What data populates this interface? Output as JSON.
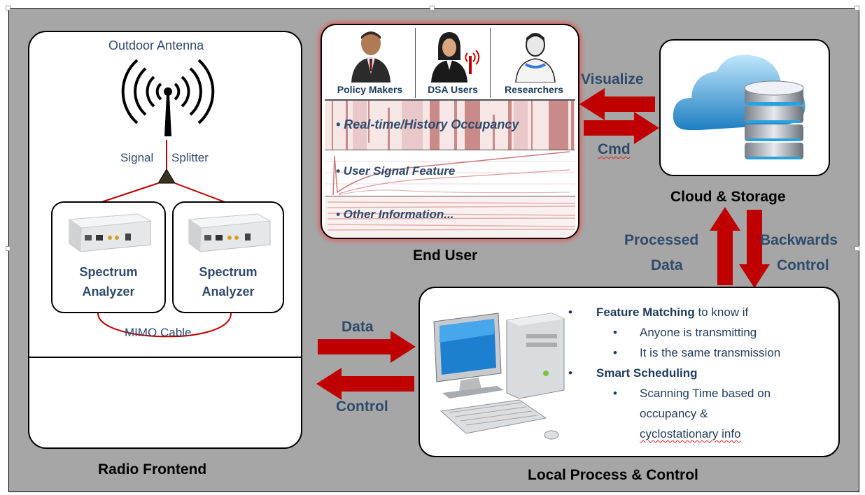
{
  "radio_frontend": {
    "outdoor_antenna": "Outdoor Antenna",
    "signal_splitter_a": "Signal",
    "signal_splitter_b": "Splitter",
    "analyzer_1": [
      "Spectrum",
      "Analyzer"
    ],
    "analyzer_2": [
      "Spectrum",
      "Analyzer"
    ],
    "mimo_cable": "MIMO Cable",
    "title": "Radio Frontend"
  },
  "end_user": {
    "users": [
      "Policy Makers",
      "DSA Users",
      "Researchers"
    ],
    "bands": [
      "• Real-time/History Occupancy",
      "• User Signal Feature",
      "• Other Information..."
    ],
    "title": "End User"
  },
  "cloud": {
    "title": "Cloud & Storage"
  },
  "arrows": {
    "visualize": "Visualize",
    "cmd": "Cmd",
    "processed_data": [
      "Processed",
      "Data"
    ],
    "backwards_control": [
      "Backwards",
      "Control"
    ],
    "data": "Data",
    "control": "Control"
  },
  "local": {
    "title": "Local Process & Control",
    "items": [
      {
        "bullet": "•",
        "bold": "Feature Matching",
        "text": " to know if"
      },
      {
        "bullet": "•",
        "bold": "",
        "text": "Anyone is transmitting"
      },
      {
        "bullet": "•",
        "bold": "",
        "text": "It is the same transmission"
      },
      {
        "bullet": "•",
        "bold": "Smart Scheduling",
        "text": ""
      },
      {
        "bullet": "•",
        "bold": "",
        "text": "Scanning Time based on"
      },
      {
        "bullet": "",
        "bold": "",
        "text": "occupancy &"
      },
      {
        "bullet": "",
        "bold": "",
        "text": "cyclostationary info"
      }
    ]
  },
  "colors": {
    "arrow_red": "#c00000",
    "frame_gray": "#a6a6a6",
    "label_blue": "#2f4a6b"
  }
}
